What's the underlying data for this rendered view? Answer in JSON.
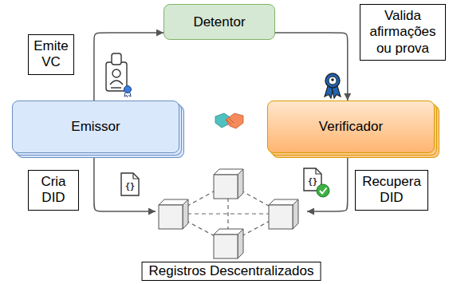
{
  "diagram": {
    "nodes": [
      {
        "text": [
          "Detentor"
        ]
      },
      {
        "text": [
          "Emissor"
        ]
      },
      {
        "text": [
          "Verificador"
        ]
      },
      {
        "text": [
          "Registros Descentralizados"
        ]
      }
    ],
    "edges": [
      {
        "from": 1,
        "to": 0,
        "arrow": "to",
        "label": "Emite VC"
      },
      {
        "from": 0,
        "to": 2,
        "arrow": "to",
        "label": "Valida afirmações ou prova"
      },
      {
        "from": 1,
        "to": 3,
        "arrow": "to",
        "label": "Cria DID"
      },
      {
        "from": 2,
        "to": 3,
        "arrow": "to",
        "label": "Recupera DID"
      }
    ],
    "labels": [
      "{}",
      "{}"
    ]
  }
}
